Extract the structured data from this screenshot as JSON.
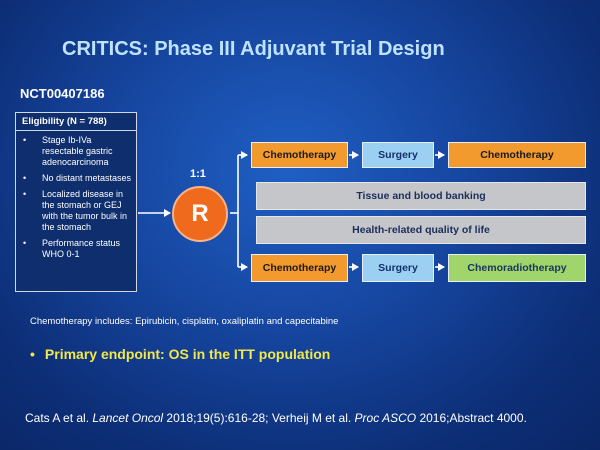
{
  "title": "CRITICS: Phase III Adjuvant Trial Design",
  "trial_id": "NCT00407186",
  "eligibility": {
    "header": "Eligibility (N = 788)",
    "items": [
      "Stage Ib-IVa resectable gastric adenocarcinoma",
      "No distant metastases",
      "Localized disease in the stomach or GEJ with the tumor bulk in the stomach",
      "Performance status WHO 0-1"
    ]
  },
  "randomization": {
    "ratio": "1:1",
    "symbol": "R",
    "color": "#f06a1e"
  },
  "arm_a": [
    "Chemotherapy",
    "Surgery",
    "Chemotherapy"
  ],
  "shared": [
    "Tissue and blood banking",
    "Health-related quality of life"
  ],
  "arm_b": [
    "Chemotherapy",
    "Surgery",
    "Chemoradiotherapy"
  ],
  "colors": {
    "chemotherapy": "#f39a2e",
    "surgery": "#9cd0f2",
    "shared": "#c4c6c9",
    "chemoradiotherapy": "#9fd56a",
    "title": "#bfe3ff",
    "endpoint": "#f1e84a"
  },
  "chemo_note": "Chemotherapy includes: Epirubicin, cisplatin, oxaliplatin and capecitabine",
  "primary_endpoint": "Primary endpoint: OS in the ITT population",
  "citation": {
    "part1": "Cats A et al. ",
    "journal1": "Lancet Oncol",
    "part2": " 2018;19(5):616-28; Verheij M et al. ",
    "journal2": "Proc ASCO",
    "part3": " 2016;Abstract 4000."
  }
}
